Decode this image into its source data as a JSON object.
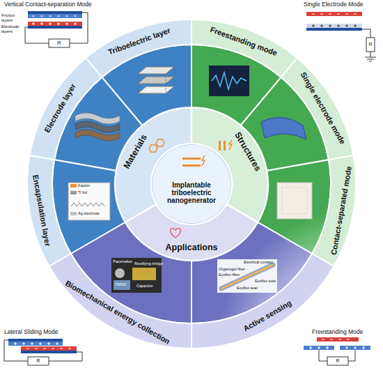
{
  "diagram": {
    "nodes": [
      {
        "text": [
          "Implantable triboelectric nanogenerator"
        ]
      },
      {
        "text": [
          "Materials"
        ]
      },
      {
        "text": [
          "Structures"
        ]
      },
      {
        "text": [
          "Applications"
        ]
      },
      {
        "text": [
          "Triboelectric layer"
        ]
      },
      {
        "text": [
          "Freestanding mode"
        ]
      },
      {
        "text": [
          "Electrode layer"
        ]
      },
      {
        "text": [
          "Single electrode mode"
        ]
      },
      {
        "text": [
          "Encapsulation layer"
        ]
      },
      {
        "text": [
          "Contact-separated mode"
        ]
      },
      {
        "text": [
          "Biomechanical energy collection"
        ]
      },
      {
        "text": [
          "Active sensing"
        ]
      }
    ],
    "labels": [
      "Vertical Contact-separation Mode",
      "Friction layers",
      "Electrode layers",
      "R",
      "Single Electrode Mode",
      "R",
      "Kapton",
      "Ti foil",
      "Ag electrode",
      "Pacemaker",
      "Rectifying bridge",
      "iTENG",
      "Capacitor",
      "Electrical contact",
      "Ecoflex tube",
      "Organogel fiber",
      "Ecoflex fiber",
      "Ecoflex seal",
      "Lateral Sliding Mode",
      "R",
      "Freestanding Mode",
      "R"
    ]
  }
}
